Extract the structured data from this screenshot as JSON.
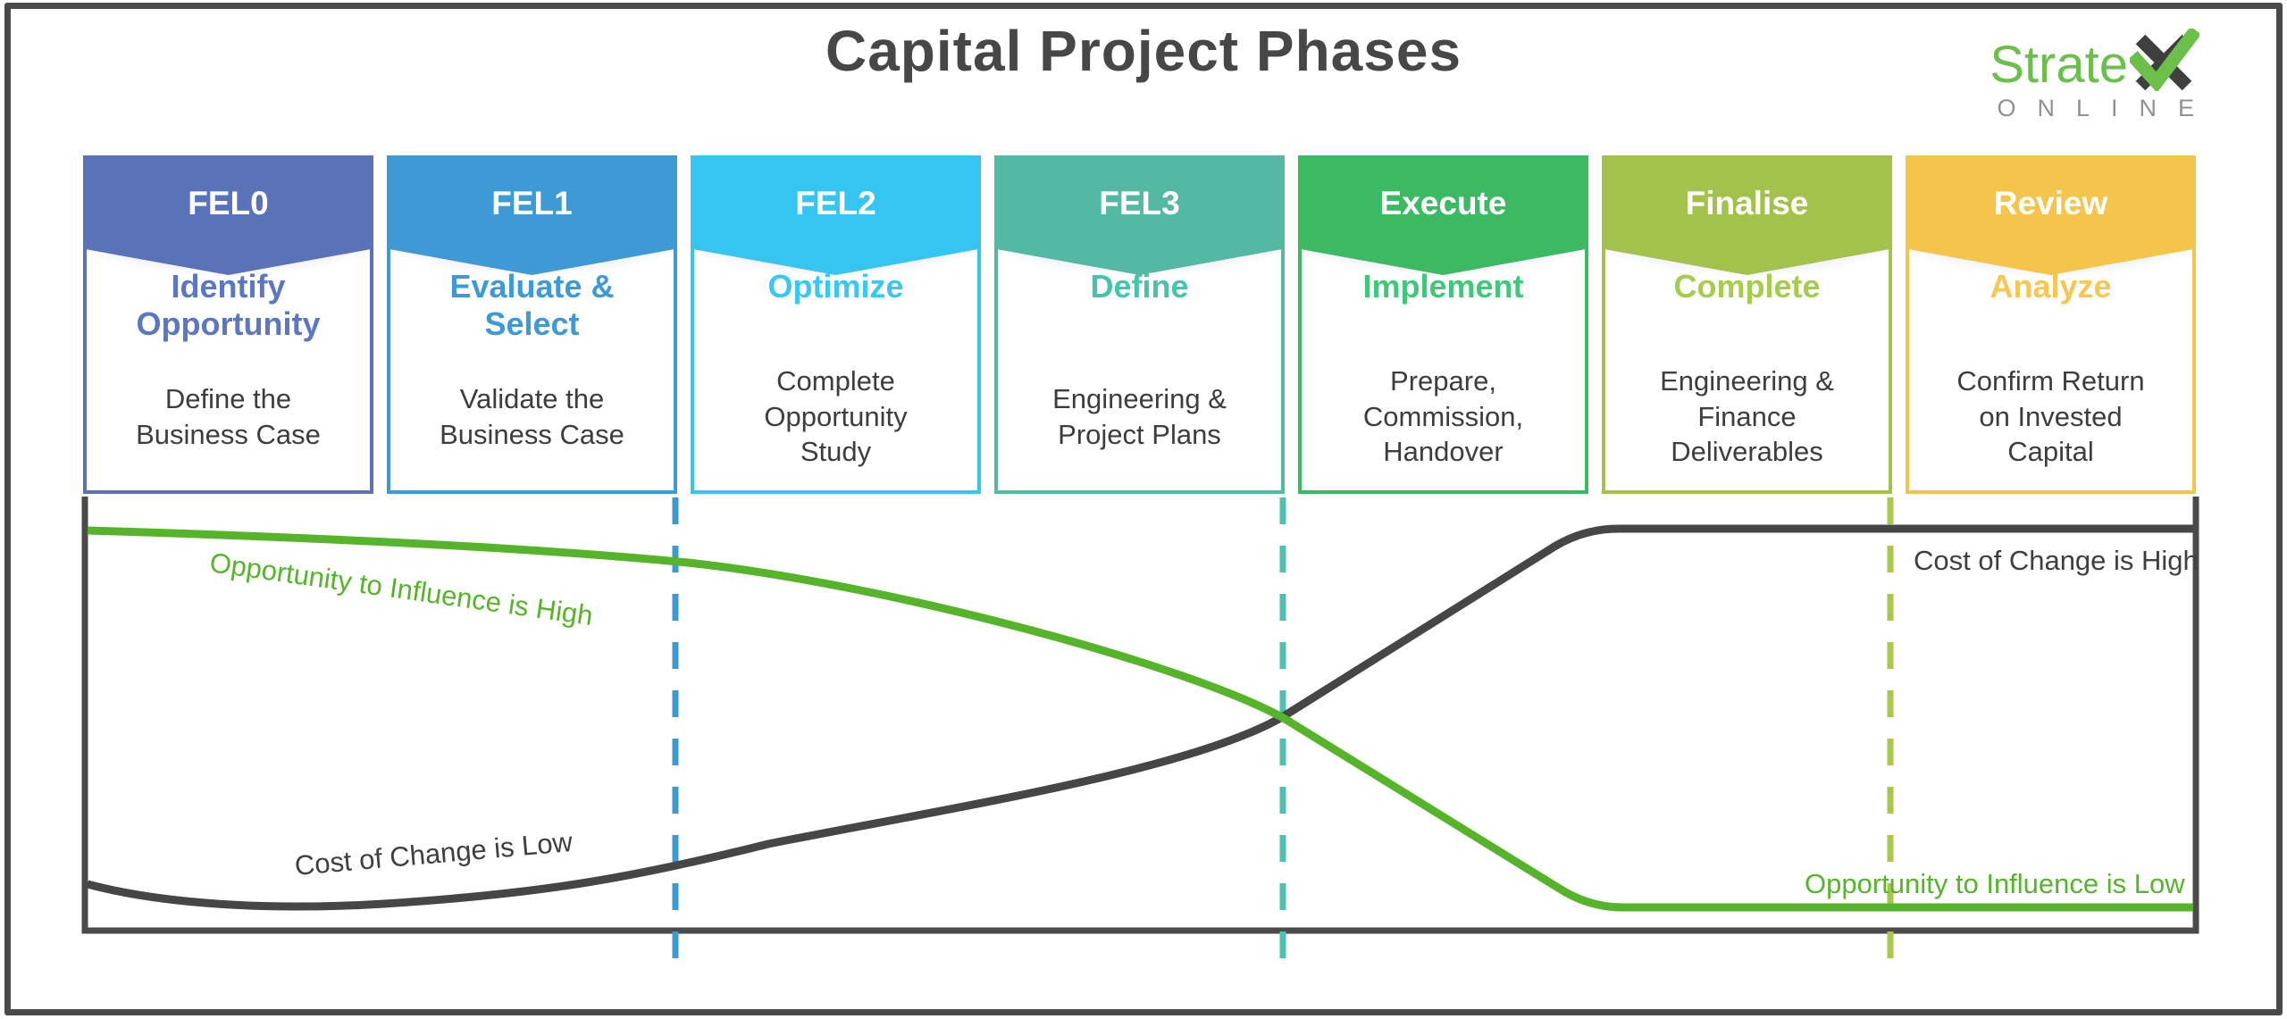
{
  "title": "Capital Project Phases",
  "logo": {
    "brand": "Strate",
    "brand_x": "X",
    "subtext": "ONLINE",
    "green": "#6cbf4b",
    "dark": "#3f3f3f",
    "gray": "#8f9193"
  },
  "phases": [
    {
      "label": "FEL0",
      "heading": "Identify Opportunity",
      "description": "Define the Business Case",
      "color": "#5a72b7",
      "heading_color": "#5b76c3"
    },
    {
      "label": "FEL1",
      "heading": "Evaluate & Select",
      "description": "Validate the Business Case",
      "color": "#3d9ad5",
      "heading_color": "#3d9ad5"
    },
    {
      "label": "FEL2",
      "heading": "Optimize",
      "description": "Complete Opportunity Study",
      "color": "#36c5f0",
      "heading_color": "#38c8f4"
    },
    {
      "label": "FEL3",
      "heading": "Define",
      "description": "Engineering & Project Plans",
      "color": "#54b9a2",
      "heading_color": "#45c3ac"
    },
    {
      "label": "Execute",
      "heading": "Implement",
      "description": "Prepare, Commission, Handover",
      "color": "#3cb963",
      "heading_color": "#3ec97a"
    },
    {
      "label": "Finalise",
      "heading": "Complete",
      "description": "Engineering & Finance Deliverables",
      "color": "#a2c24c",
      "heading_color": "#a5cd4b"
    },
    {
      "label": "Review",
      "heading": "Analyze",
      "description": "Confirm Return on Invested Capital",
      "color": "#f5c44b",
      "heading_color": "#f8c751"
    }
  ],
  "chart": {
    "labels": {
      "opportunity_high": "Opportunity to Influence is High",
      "cost_low": "Cost of Change is Low",
      "cost_high": "Cost of Change is High",
      "opportunity_low": "Opportunity to Influence is Low"
    },
    "colors": {
      "green": "#56b42b",
      "dark": "#464646",
      "axis": "#4a4a4a"
    },
    "gates": [
      {
        "after_phase": "FEL1",
        "color": "#3d9ad5"
      },
      {
        "after_phase": "FEL3",
        "color": "#4cc0b2"
      },
      {
        "after_phase": "Finalise",
        "color": "#a6c94d"
      }
    ]
  },
  "chart_data": {
    "type": "line",
    "x": [
      "FEL0",
      "FEL1",
      "FEL2",
      "FEL3",
      "Execute",
      "Finalise",
      "Review"
    ],
    "series": [
      {
        "name": "Opportunity to Influence",
        "values": [
          100,
          97,
          88,
          72,
          44,
          10,
          10
        ],
        "color": "#56b42b"
      },
      {
        "name": "Cost of Change",
        "values": [
          12,
          9,
          14,
          32,
          65,
          100,
          100
        ],
        "color": "#464646"
      }
    ],
    "title": "",
    "xlabel": "",
    "ylabel": "",
    "ylim": [
      0,
      100
    ],
    "grid": false,
    "legend": "inline annotations",
    "annotations": [
      "Opportunity to Influence is High",
      "Cost of Change is Low",
      "Cost of Change is High",
      "Opportunity to Influence is Low"
    ],
    "gate_lines_between": [
      [
        "FEL1",
        "FEL2"
      ],
      [
        "FEL3",
        "Execute"
      ],
      [
        "Finalise",
        "Review"
      ]
    ]
  }
}
